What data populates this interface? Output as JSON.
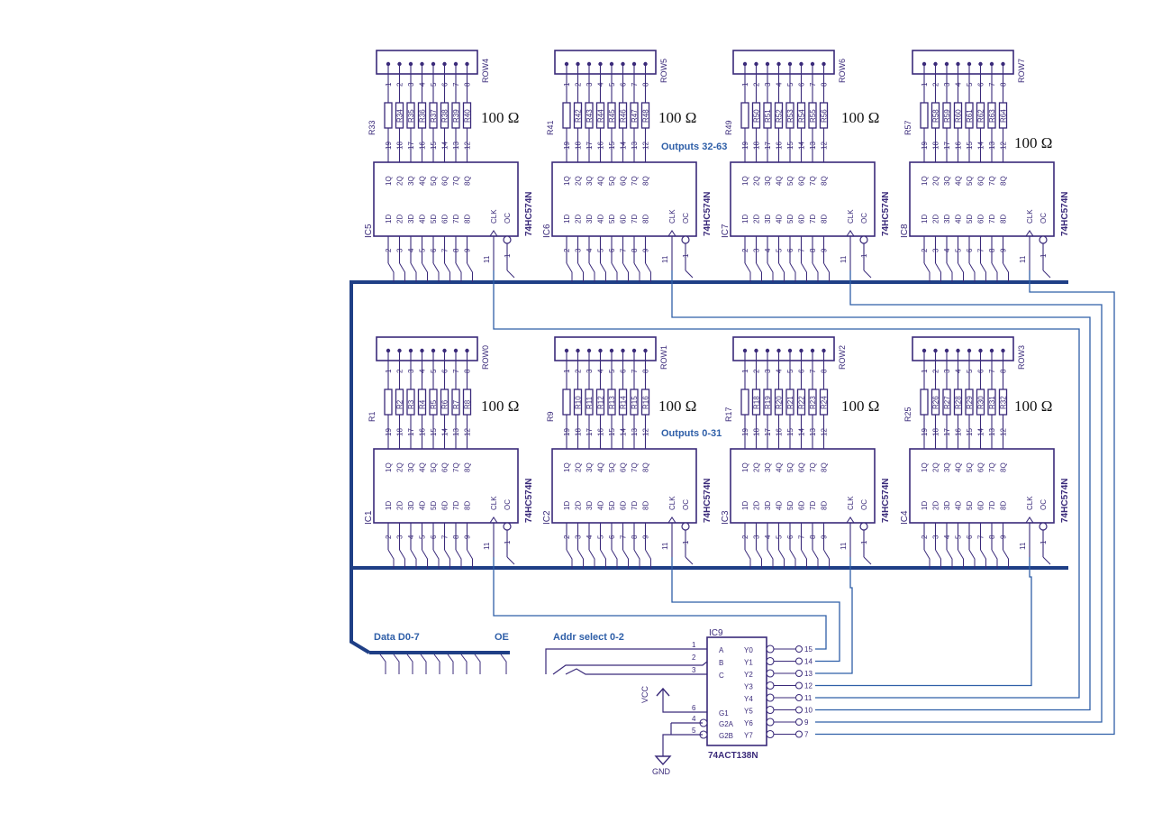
{
  "colors": {
    "ink": "#3a2a7a",
    "bus": "#1f3f86",
    "wire": "#2f5fa8",
    "text": "#111111"
  },
  "groups": {
    "top_outputs": "Outputs 32-63",
    "bottom_outputs": "Outputs 0-31"
  },
  "latch": {
    "part": "74HC574N",
    "outputs": [
      "1Q",
      "2Q",
      "3Q",
      "4Q",
      "5Q",
      "6Q",
      "7Q",
      "8Q"
    ],
    "inputs": [
      "1D",
      "2D",
      "3D",
      "4D",
      "5D",
      "6D",
      "7D",
      "8D"
    ],
    "out_pins": [
      "19",
      "18",
      "17",
      "16",
      "15",
      "14",
      "13",
      "12"
    ],
    "in_pins": [
      "2",
      "3",
      "4",
      "5",
      "6",
      "7",
      "8",
      "9"
    ],
    "clk": "CLK",
    "oc": "OC",
    "clk_pin": "11",
    "oc_pin": "1"
  },
  "connector_pins": [
    "1",
    "2",
    "3",
    "4",
    "5",
    "6",
    "7",
    "8"
  ],
  "resistor_value": "100 Ω",
  "cells": [
    {
      "row": "ROW4",
      "res": "R33",
      "ic": "IC5",
      "rp": [
        "R34",
        "R35",
        "R36",
        "R37",
        "R38",
        "R39",
        "R40"
      ]
    },
    {
      "row": "ROW5",
      "res": "R41",
      "ic": "IC6",
      "rp": [
        "R42",
        "R43",
        "R44",
        "R45",
        "R46",
        "R47",
        "R48"
      ]
    },
    {
      "row": "ROW6",
      "res": "R49",
      "ic": "IC7",
      "rp": [
        "R50",
        "R51",
        "R52",
        "R53",
        "R54",
        "R55",
        "R56"
      ]
    },
    {
      "row": "ROW7",
      "res": "R57",
      "ic": "IC8",
      "rp": [
        "R58",
        "R59",
        "R60",
        "R61",
        "R62",
        "R63",
        "R64"
      ]
    },
    {
      "row": "ROW0",
      "res": "R1",
      "ic": "IC1",
      "rp": [
        "R2",
        "R3",
        "R4",
        "R5",
        "R6",
        "R7",
        "R8"
      ]
    },
    {
      "row": "ROW1",
      "res": "R9",
      "ic": "IC2",
      "rp": [
        "R10",
        "R11",
        "R12",
        "R13",
        "R14",
        "R15",
        "R16"
      ]
    },
    {
      "row": "ROW2",
      "res": "R17",
      "ic": "IC3",
      "rp": [
        "R18",
        "R19",
        "R20",
        "R21",
        "R22",
        "R23",
        "R24"
      ]
    },
    {
      "row": "ROW3",
      "res": "R25",
      "ic": "IC4",
      "rp": [
        "R26",
        "R27",
        "R28",
        "R29",
        "R30",
        "R31",
        "R32"
      ]
    }
  ],
  "decoder": {
    "name": "IC9",
    "part": "74ACT138N",
    "inputs": [
      {
        "label": "A",
        "pin": "1"
      },
      {
        "label": "B",
        "pin": "2"
      },
      {
        "label": "C",
        "pin": "3"
      },
      {
        "label": "G1",
        "pin": "6"
      },
      {
        "label": "G2A",
        "pin": "4"
      },
      {
        "label": "G2B",
        "pin": "5"
      }
    ],
    "outputs": [
      {
        "label": "Y0",
        "pin": "15"
      },
      {
        "label": "Y1",
        "pin": "14"
      },
      {
        "label": "Y2",
        "pin": "13"
      },
      {
        "label": "Y3",
        "pin": "12"
      },
      {
        "label": "Y4",
        "pin": "11"
      },
      {
        "label": "Y5",
        "pin": "10"
      },
      {
        "label": "Y6",
        "pin": "9"
      },
      {
        "label": "Y7",
        "pin": "7"
      }
    ]
  },
  "bus_labels": {
    "data": "Data D0-7",
    "oe": "OE",
    "addr": "Addr select 0-2"
  },
  "power": {
    "vcc": "VCC",
    "gnd": "GND"
  }
}
